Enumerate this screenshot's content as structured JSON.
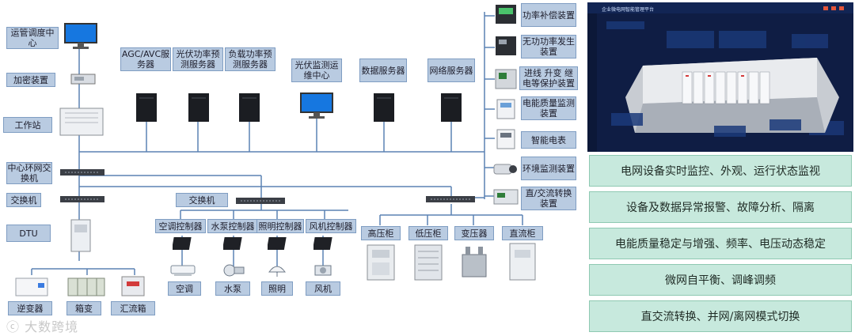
{
  "diagram": {
    "left_labels": {
      "ops_center": "运管调度中心",
      "encryption": "加密装置",
      "workstation": "工作站",
      "core_switch": "中心环网交换机",
      "switch": "交换机",
      "dtu": "DTU"
    },
    "servers": {
      "agc": "AGC/AVC服务器",
      "pv_forecast": "光伏功率预测服务器",
      "load_forecast": "负载功率预测服务器",
      "pv_ops_center": "光伏监测运维中心",
      "data_server": "数据服务器",
      "network_server": "网络服务器"
    },
    "right_devices": {
      "pf_compensation": "功率补偿装置",
      "reactive_power": "无功功率发生装置",
      "relay_protection": "进线 升变 继电等保护装置",
      "power_quality": "电能质量监测装置",
      "smart_meter": "智能电表",
      "environment": "环境监测装置",
      "ac_dc": "直/交流转换装置"
    },
    "middle": {
      "switch": "交换机",
      "controllers": [
        "空调控制器",
        "水泵控制器",
        "照明控制器",
        "风机控制器"
      ],
      "loads": [
        "空调",
        "水泵",
        "照明",
        "风机"
      ]
    },
    "cabinets": [
      "高压柜",
      "低压柜",
      "变压器",
      "直流柜"
    ],
    "bottom": [
      "逆变器",
      "箱变",
      "汇流箱"
    ]
  },
  "dashboard": {
    "title": "企业微电网智能管理平台"
  },
  "features": [
    "电网设备实时监控、外观、运行状态监视",
    "设备及数据异常报警、故障分析、隔离",
    "电能质量稳定与增强、频率、电压动态稳定",
    "微网自平衡、调峰调频",
    "直交流转换、并网/离网模式切换"
  ],
  "watermark": "大数跨境",
  "colors": {
    "label_bg": "#b9cbe1",
    "feature_bg": "#c7e9dd",
    "line": "#5b82b4",
    "dashboard_bg": "#0f1d44"
  }
}
